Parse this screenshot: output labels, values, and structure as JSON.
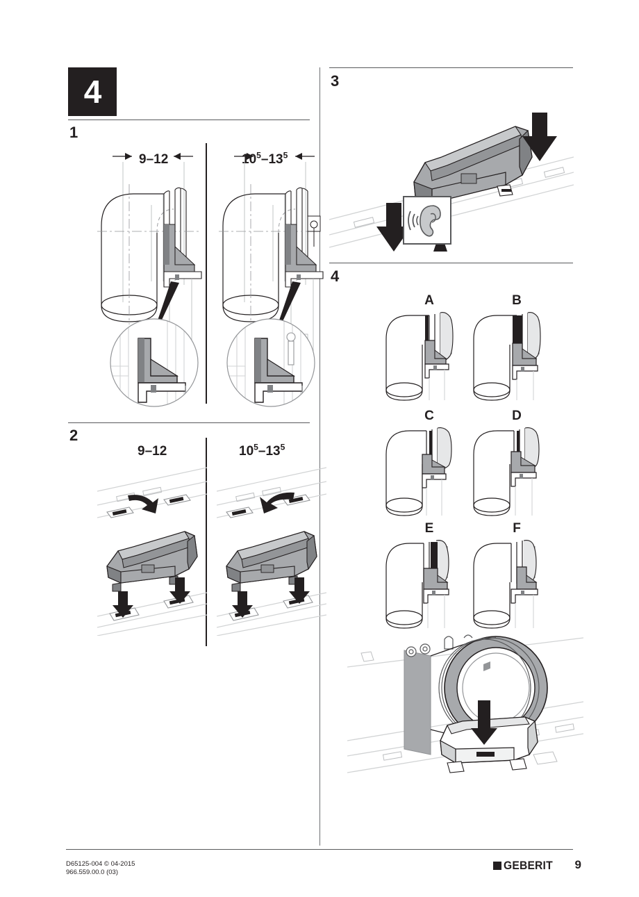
{
  "document": {
    "step_badge": "4",
    "page_number": "9",
    "brand": "GEBERIT",
    "footer_code_line1": "D65125-004 © 04-2015",
    "footer_code_line2": "966.559.00.0 (03)"
  },
  "left_column": {
    "sections": [
      {
        "number": "1",
        "variants": [
          {
            "dimension": "9–12",
            "dimension_base": "9–12",
            "superscripts": []
          },
          {
            "dimension": "10⁵–13⁵",
            "dimension_parts": [
              "10",
              "5",
              "–",
              "13",
              "5"
            ]
          }
        ]
      },
      {
        "number": "2",
        "variants": [
          {
            "dimension": "9–12"
          },
          {
            "dimension": "10⁵–13⁵"
          }
        ]
      }
    ],
    "labels": {
      "dim_left_sec1": "9–12",
      "dim_right_sec1_a": "10",
      "dim_right_sec1_sup1": "5",
      "dim_right_sec1_dash": "–",
      "dim_right_sec1_b": "13",
      "dim_right_sec1_sup2": "5",
      "dim_left_sec2": "9–12",
      "dim_right_sec2_a": "10",
      "dim_right_sec2_sup1": "5",
      "dim_right_sec2_dash": "–",
      "dim_right_sec2_b": "13",
      "dim_right_sec2_sup2": "5"
    }
  },
  "right_column": {
    "sections": [
      {
        "number": "3",
        "icon": "ear-listen-icon",
        "description": "bracket pressed onto rail with audible click"
      },
      {
        "number": "4",
        "variant_letters": [
          "A",
          "B",
          "C",
          "D",
          "E",
          "F"
        ]
      }
    ]
  },
  "colors": {
    "ink": "#231f20",
    "rule": "#58595b",
    "line_light": "#d1d3d4",
    "line_mid": "#939598",
    "fill_grey": "#a7a9ac",
    "fill_grey_light": "#c7c9cb",
    "fill_grey_dark": "#808285",
    "white": "#ffffff"
  }
}
